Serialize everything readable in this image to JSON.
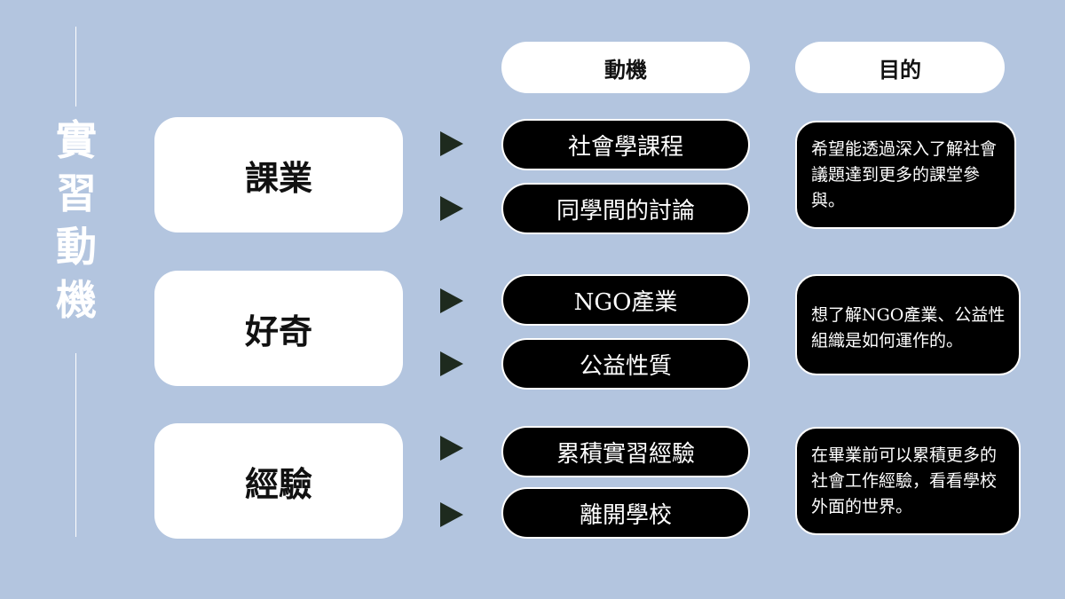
{
  "title_chars": [
    "實",
    "習",
    "動",
    "機"
  ],
  "headers": {
    "motive": "動機",
    "purpose": "目的"
  },
  "rows": [
    {
      "category": "課業",
      "motives": [
        "社會學課程",
        "同學間的討論"
      ],
      "purpose": "希望能透過深入了解社會議題達到更多的課堂參與。"
    },
    {
      "category": "好奇",
      "motives": [
        "NGO產業",
        "公益性質"
      ],
      "purpose": "想了解NGO產業、公益性組織是如何運作的。"
    },
    {
      "category": "經驗",
      "motives": [
        "累積實習經驗",
        "離開學校"
      ],
      "purpose": "在畢業前可以累積更多的社會工作經驗，看看學校外面的世界。"
    }
  ],
  "colors": {
    "background": "#b3c5df",
    "box_white": "#ffffff",
    "box_black": "#000000",
    "arrow": "#1e2a1e"
  }
}
